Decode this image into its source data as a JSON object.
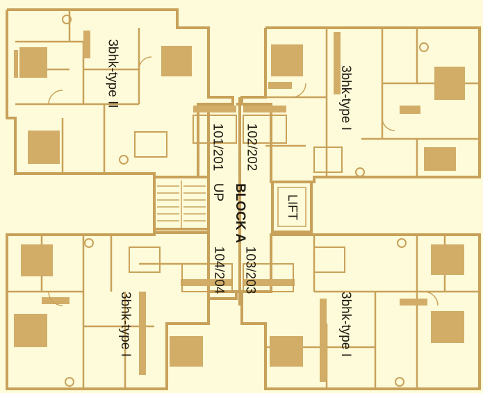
{
  "diagram": {
    "block_label": "BLOCK A",
    "lift_label": "LIFT",
    "stair_label": "UP",
    "flats": [
      {
        "id": "nw",
        "type_label": "3bhk-type II",
        "numbers": "101/201"
      },
      {
        "id": "ne",
        "type_label": "3bhk-type I",
        "numbers": "102/202"
      },
      {
        "id": "se",
        "type_label": "3bhk-type I",
        "numbers": "103/203"
      },
      {
        "id": "sw",
        "type_label": "3bhk-type I",
        "numbers": "104/204"
      }
    ]
  },
  "colors": {
    "background": "#fdfbd9",
    "wall": "#c8a15a",
    "fill": "#d2ad68",
    "text": "#1f1a12"
  }
}
